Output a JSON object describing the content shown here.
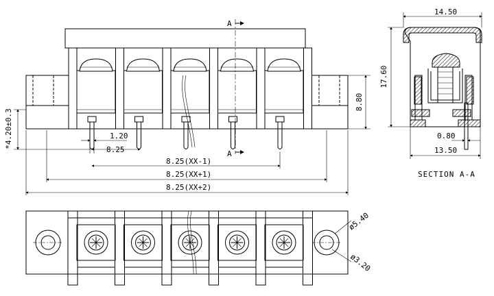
{
  "section_marker": "A",
  "section_caption": "SECTION A-A",
  "dimensions": {
    "pitch_label": "8.25",
    "pin_width": "1.20",
    "span_xx_minus_1": "8.25(XX-1)",
    "span_xx_plus_1": "8.25(XX+1)",
    "span_xx_plus_2": "8.25(XX+2)",
    "mount_height": "*4.20±0.3",
    "body_height": "8.80",
    "section_width_top": "14.50",
    "section_height": "17.60",
    "pin_thickness": "0.80",
    "section_width_bottom": "13.50",
    "hole_outer_diameter": "ø5.40",
    "hole_inner_diameter": "ø3.20"
  },
  "poles": 5
}
